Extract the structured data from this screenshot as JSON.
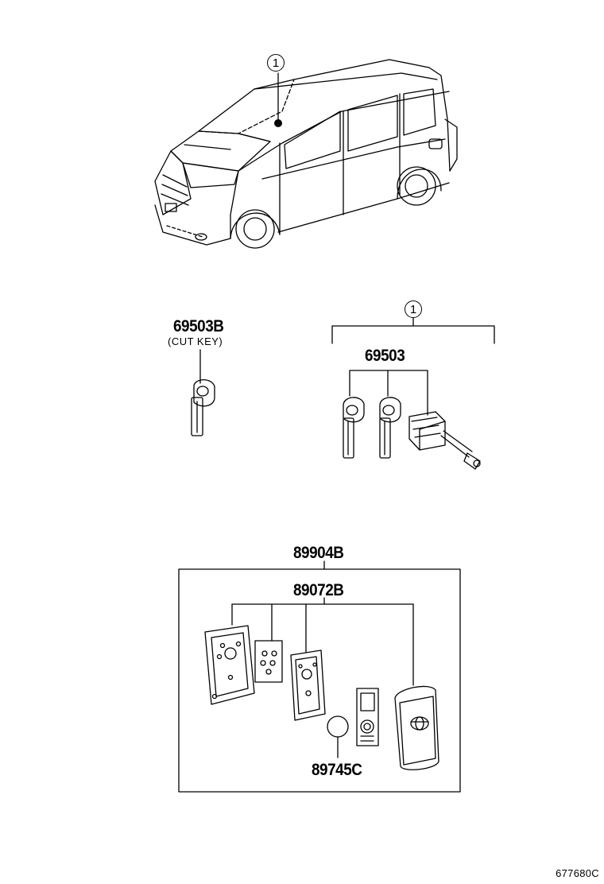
{
  "callouts": {
    "vehicle_ref": "1",
    "key_set_ref": "1"
  },
  "parts": {
    "cut_key": {
      "number": "69503B",
      "note": "(CUT KEY)"
    },
    "key_set": {
      "number": "69503"
    },
    "transmitter_assy": {
      "number": "89904B"
    },
    "transmitter_housing": {
      "number": "89072B"
    },
    "battery": {
      "number": "89745C"
    }
  },
  "footer": {
    "diagram_id": "677680C"
  }
}
